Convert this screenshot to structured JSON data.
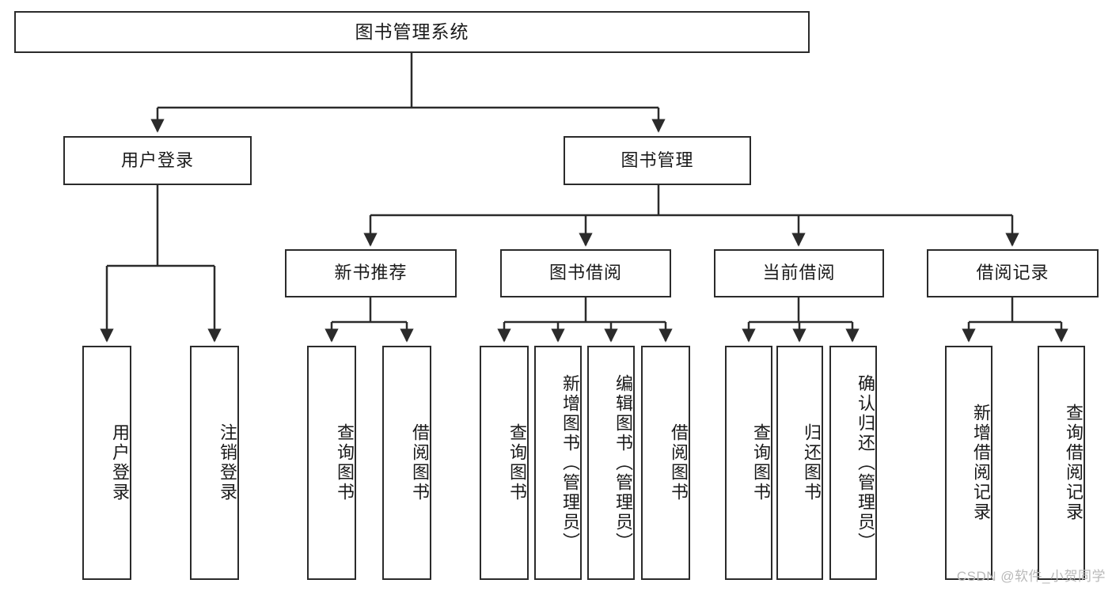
{
  "diagram": {
    "type": "tree-hierarchy",
    "title": "图书管理系统",
    "watermark": "CSDN @软件_小贺同学",
    "colors": {
      "stroke": "#2b2b2b",
      "fill": "#ffffff",
      "text": "#1a1a1a",
      "watermark": "#b9b9b9"
    },
    "nodes": {
      "root": {
        "label": "图书管理系统",
        "level": 1,
        "orientation": "horizontal"
      },
      "l2": [
        {
          "id": "user-login",
          "label": "用户登录",
          "level": 2,
          "orientation": "horizontal"
        },
        {
          "id": "book-manage",
          "label": "图书管理",
          "level": 2,
          "orientation": "horizontal"
        }
      ],
      "l3": [
        {
          "id": "new-book-rec",
          "label": "新书推荐",
          "level": 3,
          "orientation": "horizontal"
        },
        {
          "id": "book-borrow",
          "label": "图书借阅",
          "level": 3,
          "orientation": "horizontal"
        },
        {
          "id": "current-borrow",
          "label": "当前借阅",
          "level": 3,
          "orientation": "horizontal"
        },
        {
          "id": "borrow-record",
          "label": "借阅记录",
          "level": 3,
          "orientation": "horizontal"
        }
      ],
      "leaves": {
        "user_login": [
          {
            "id": "leaf-user-login",
            "label": "用户登录"
          },
          {
            "id": "leaf-user-logout",
            "label": "注销登录"
          }
        ],
        "new_book_rec": [
          {
            "id": "leaf-query-book-1",
            "label": "查询图书"
          },
          {
            "id": "leaf-borrow-book-1",
            "label": "借阅图书"
          }
        ],
        "book_borrow": [
          {
            "id": "leaf-query-book-2",
            "label": "查询图书"
          },
          {
            "id": "leaf-add-book",
            "label": "新增图书（管理员）"
          },
          {
            "id": "leaf-edit-book",
            "label": "编辑图书（管理员）"
          },
          {
            "id": "leaf-borrow-book-2",
            "label": "借阅图书"
          }
        ],
        "current_borrow": [
          {
            "id": "leaf-query-book-3",
            "label": "查询图书"
          },
          {
            "id": "leaf-return-book",
            "label": "归还图书"
          },
          {
            "id": "leaf-confirm-return",
            "label": "确认归还（管理员）"
          }
        ],
        "borrow_record": [
          {
            "id": "leaf-add-record",
            "label": "新增借阅记录"
          },
          {
            "id": "leaf-query-record",
            "label": "查询借阅记录"
          }
        ]
      }
    }
  }
}
